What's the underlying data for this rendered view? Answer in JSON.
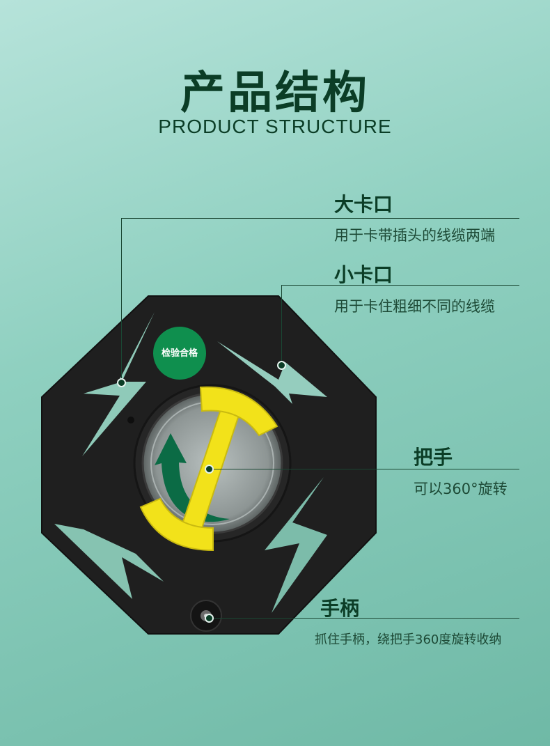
{
  "header": {
    "title_cn": "产品结构",
    "title_en": "PRODUCT STRUCTURE"
  },
  "badge": {
    "label": "检验合格",
    "color": "#0f8f4e"
  },
  "callouts": [
    {
      "title": "大卡口",
      "desc": "用于卡带插头的线缆两端"
    },
    {
      "title": "小卡口",
      "desc": "用于卡住粗细不同的线缆"
    },
    {
      "title": "把手",
      "desc": "可以360°旋转"
    },
    {
      "title": "手柄",
      "desc": "抓住手柄，绕把手360度旋转收纳"
    }
  ],
  "colors": {
    "body": "#1f1f1f",
    "handle": "#f2e21a",
    "arrow": "#0b6b45",
    "title": "#0b3d26"
  }
}
